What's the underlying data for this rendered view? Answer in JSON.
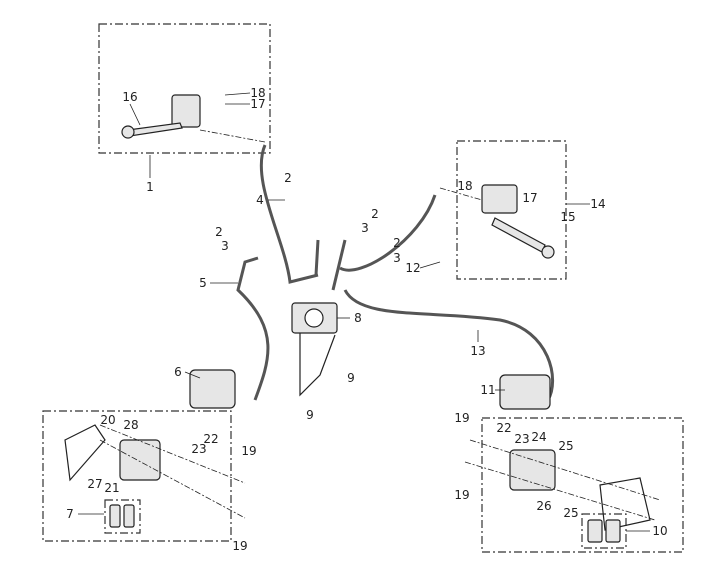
{
  "colors": {
    "line": "#222222",
    "part_fill": "#e6e6e6",
    "hose": "#555555"
  },
  "callouts": [
    "1",
    "16",
    "18",
    "17",
    "4",
    "2",
    "2",
    "3",
    "2",
    "3",
    "2",
    "3",
    "5",
    "8",
    "9",
    "9",
    "6",
    "12",
    "13",
    "18",
    "17",
    "15",
    "14",
    "11",
    "20",
    "28",
    "22",
    "23",
    "19",
    "27",
    "21",
    "7",
    "19",
    "19",
    "22",
    "23",
    "24",
    "25",
    "19",
    "26",
    "25",
    "10"
  ]
}
